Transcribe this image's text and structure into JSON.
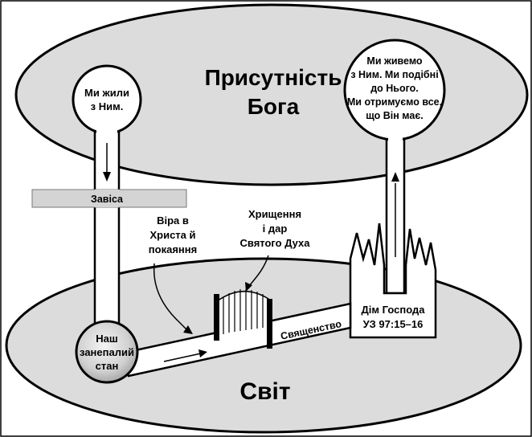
{
  "presence": {
    "title_line1": "Присутність",
    "title_line2": "Бога"
  },
  "world": {
    "title": "Світ"
  },
  "left_bubble": {
    "line1": "Ми жили",
    "line2": "з Ним."
  },
  "right_bubble": {
    "line1": "Ми живемо",
    "line2": "з Ним. Ми подібні",
    "line3": "до Нього.",
    "line4": "Ми отримуємо все,",
    "line5": "що Він має."
  },
  "veil": {
    "label": "Завіса"
  },
  "fallen_state": {
    "line1": "Наш",
    "line2": "занепалий",
    "line3": "стан"
  },
  "faith": {
    "line1": "Віра в",
    "line2": "Христа й",
    "line3": "покаяння"
  },
  "baptism": {
    "line1": "Хрищення",
    "line2": "і дар",
    "line3": "Святого Духа"
  },
  "priesthood": {
    "label": "Священство"
  },
  "temple": {
    "line1": "Дім Господа",
    "line2": "УЗ 97:15–16"
  },
  "colors": {
    "ellipse_fill": "#dcdcdc",
    "veil_fill": "#d4d4d4",
    "outline": "#000000",
    "background": "#ffffff"
  }
}
